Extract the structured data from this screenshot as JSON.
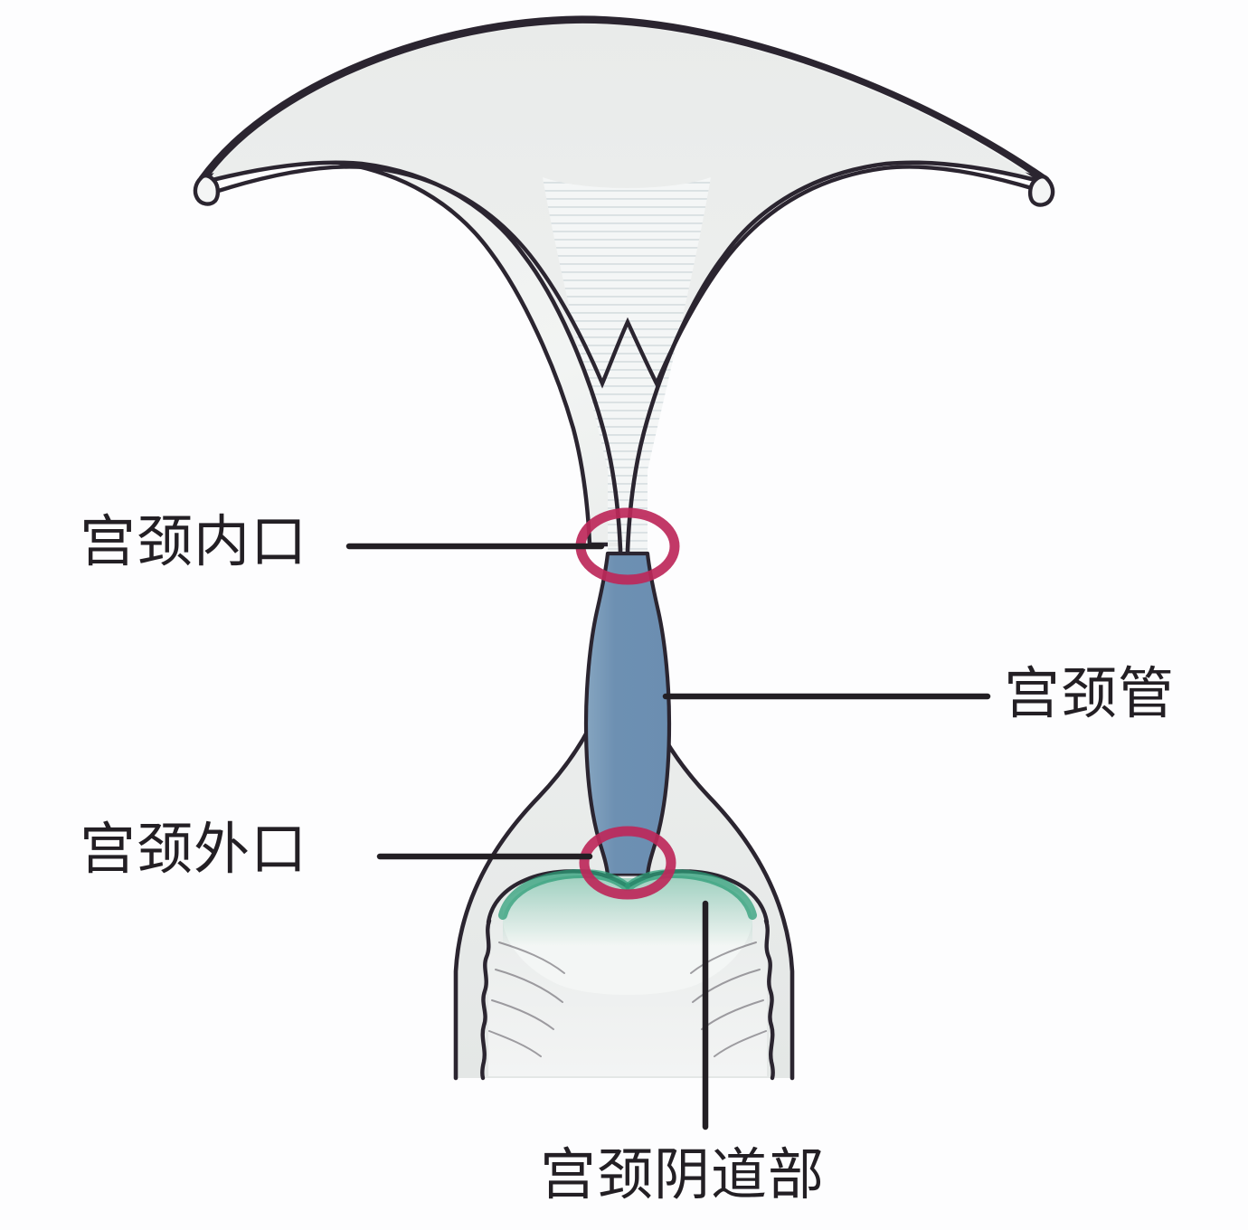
{
  "diagram": {
    "subject": "cervix-anatomy-diagram",
    "background_color": "#fdfdfe"
  },
  "labels": {
    "internal_os": "宫颈内口",
    "external_os": "宫颈外口",
    "cervical_canal": "宫颈管",
    "vaginal_portion": "宫颈阴道部"
  },
  "colors": {
    "outline": "#2b2530",
    "organ_fill": "#eceeed",
    "canal_fill": "#6e92b4",
    "os_marker_ring": "#bd २८5a",
    "os_marker_ring_hex": "#bd285a",
    "squamocolumnar_green": "#2e9d78",
    "leader_line": "#231f24",
    "label_text": "#231f24"
  },
  "parts": [
    {
      "name": "uterine-fundus",
      "label": ""
    },
    {
      "name": "fallopian-tube-stump-left",
      "label": ""
    },
    {
      "name": "fallopian-tube-stump-right",
      "label": ""
    },
    {
      "name": "uterine-cavity-endometrium",
      "label": ""
    },
    {
      "name": "uterine-body-wall",
      "label": ""
    },
    {
      "name": "cervical-canal",
      "label": "宫颈管"
    },
    {
      "name": "internal-os-marker",
      "label": "宫颈内口"
    },
    {
      "name": "external-os-marker",
      "label": "宫颈外口"
    },
    {
      "name": "vaginal-portion-of-cervix",
      "label": "宫颈阴道部"
    },
    {
      "name": "vaginal-wall",
      "label": ""
    },
    {
      "name": "squamocolumnar-junction",
      "label": ""
    }
  ]
}
